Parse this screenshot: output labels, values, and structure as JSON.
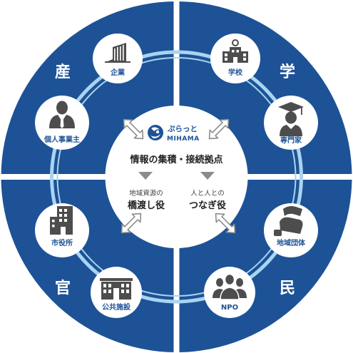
{
  "colors": {
    "quadrant": "#1d5296",
    "ring": "#a9d4f2",
    "node_fill": "#ffffff",
    "icon": "#4d4d4d",
    "arrow": "#8c8c8c",
    "label": "#1d5296"
  },
  "quadrants": {
    "top_left": "産",
    "top_right": "学",
    "bottom_left": "官",
    "bottom_right": "民"
  },
  "nodes": [
    {
      "id": "company",
      "label": "企業",
      "icon": "office-building-icon"
    },
    {
      "id": "school",
      "label": "学校",
      "icon": "school-building-icon"
    },
    {
      "id": "sole",
      "label": "個人事業主",
      "icon": "businessman-icon"
    },
    {
      "id": "expert",
      "label": "専門家",
      "icon": "graduate-icon"
    },
    {
      "id": "city",
      "label": "市役所",
      "icon": "city-hall-icon"
    },
    {
      "id": "community",
      "label": "地域団体",
      "icon": "community-sofa-icon"
    },
    {
      "id": "public",
      "label": "公共施設",
      "icon": "public-facility-icon"
    },
    {
      "id": "npo",
      "label": "NPO",
      "icon": "people-group-icon"
    }
  ],
  "center": {
    "logo_jp": "ぷらっと",
    "logo_en": "MIHAMA",
    "title": "情報の集積・接続拠点",
    "left_small": "地域資源の",
    "left_big": "橋渡し役",
    "right_small": "人と人との",
    "right_big": "つなぎ役"
  }
}
